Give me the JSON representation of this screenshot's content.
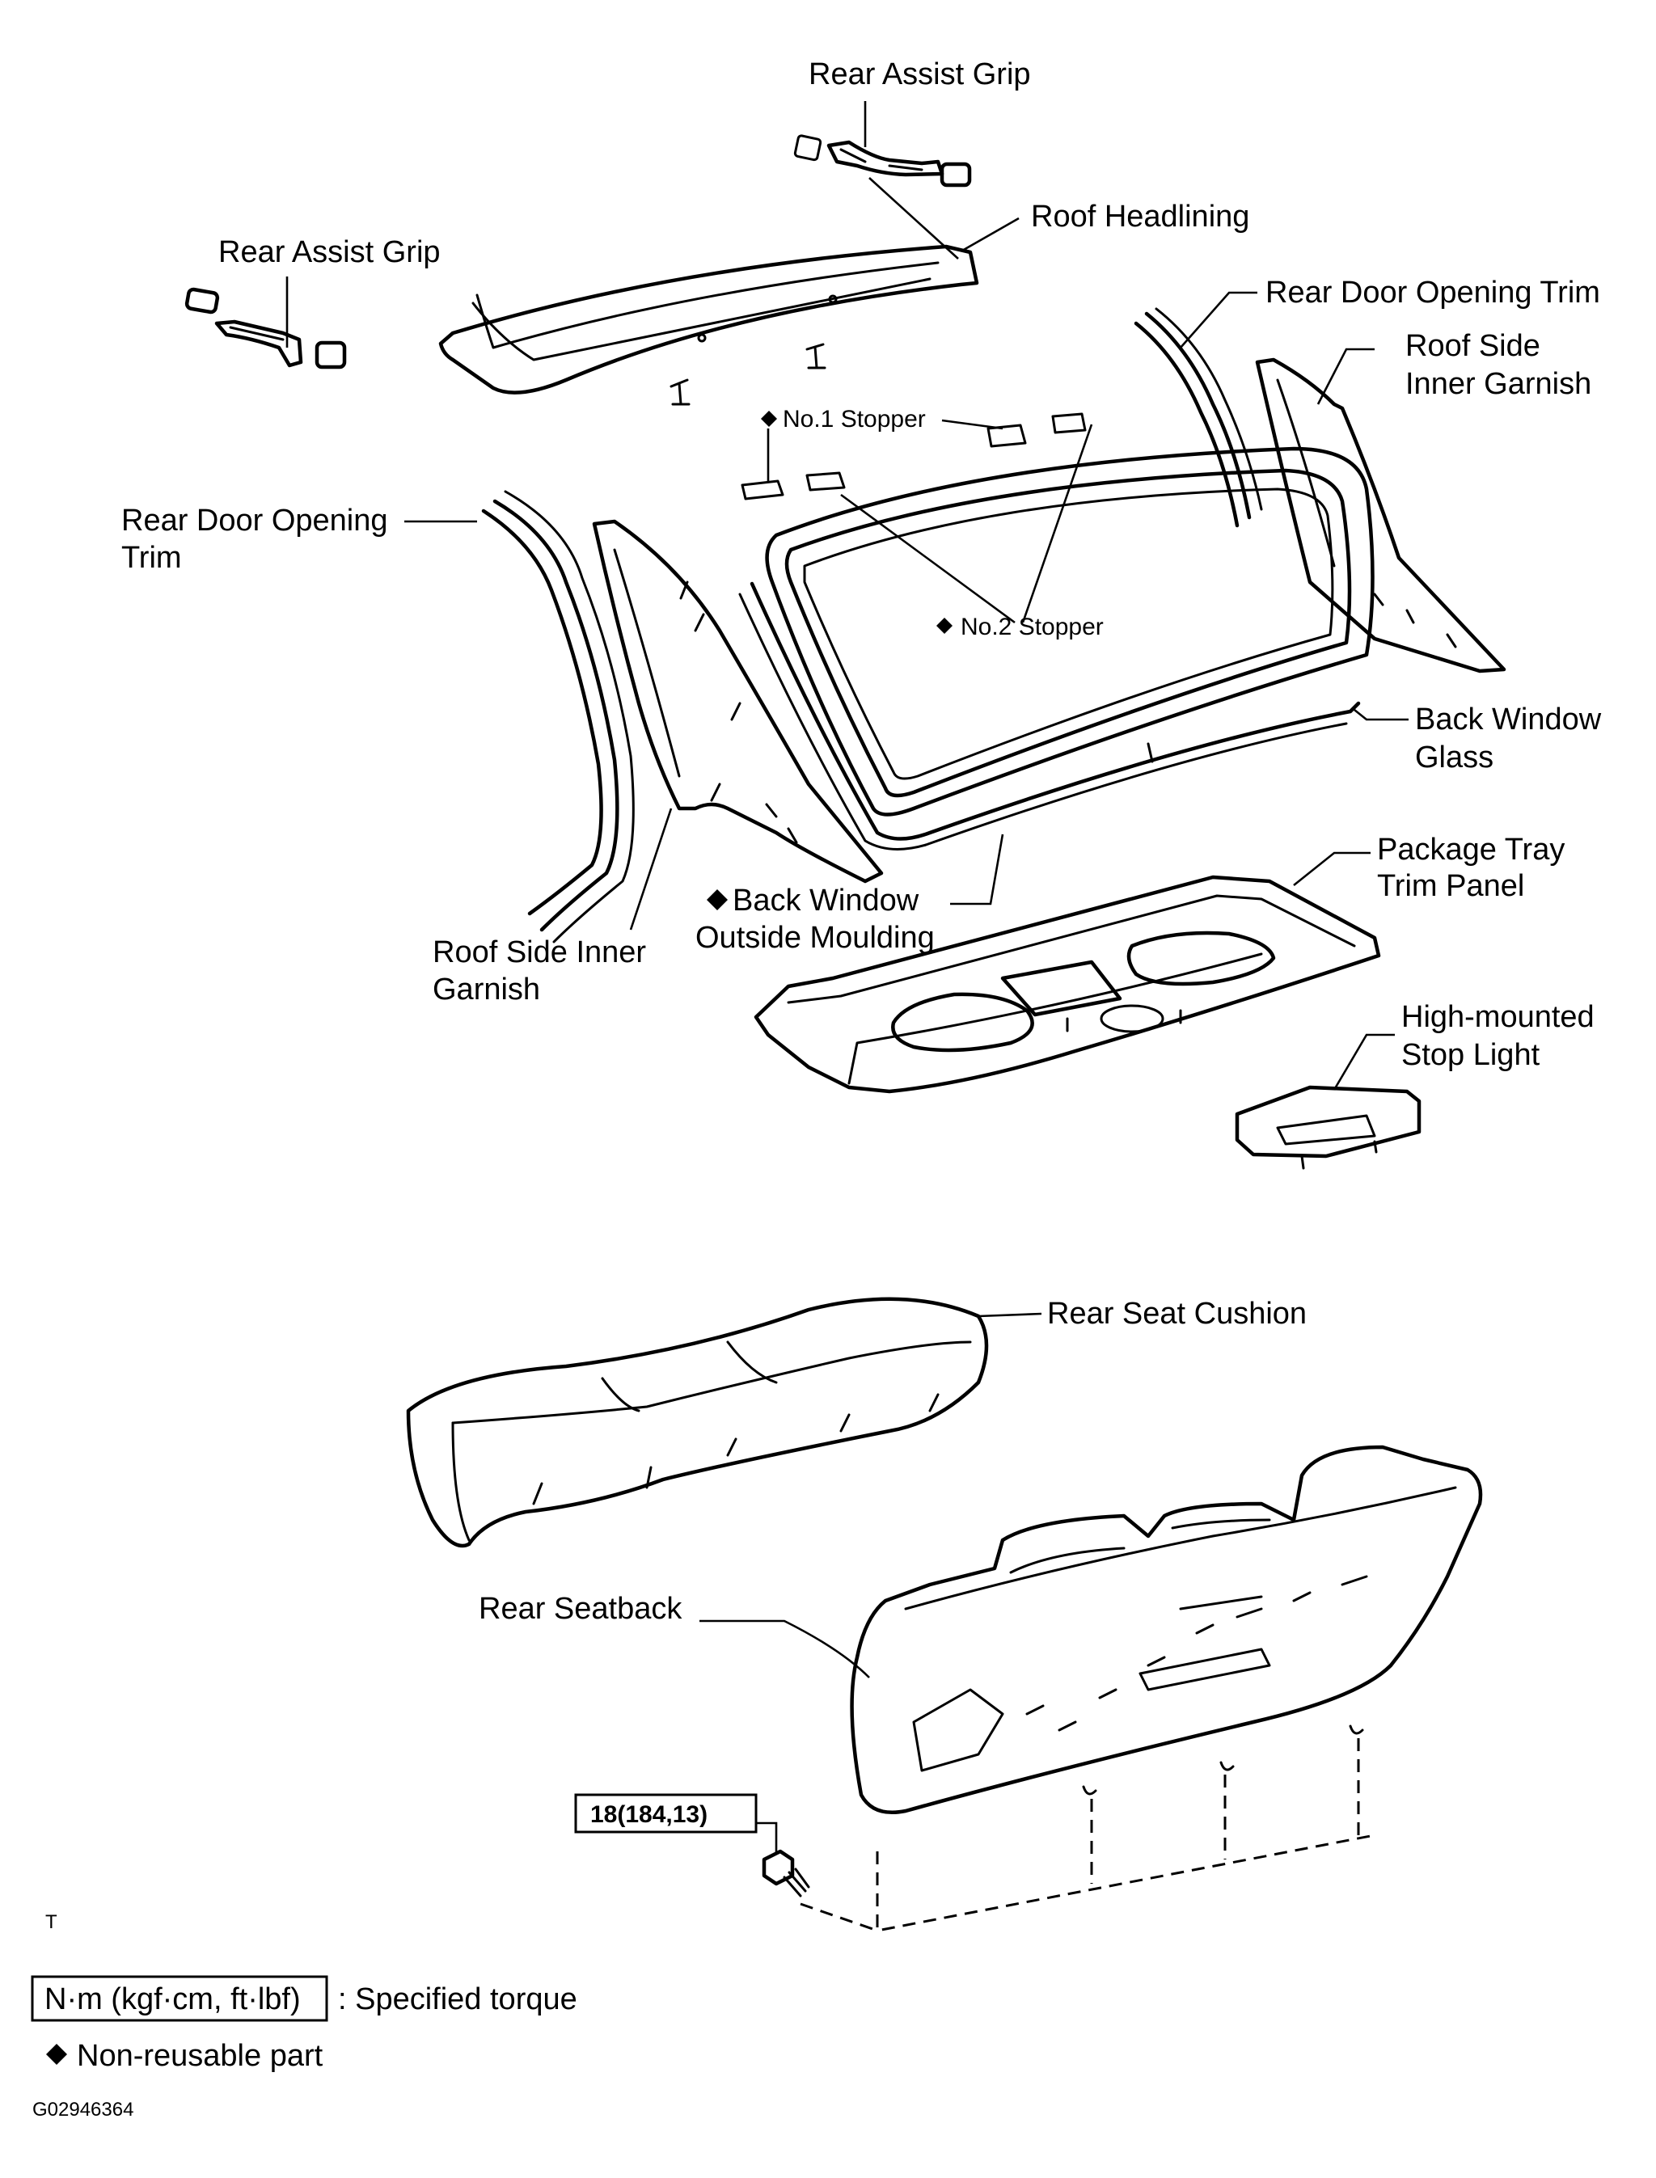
{
  "labels": {
    "rear_assist_grip_top": "Rear Assist Grip",
    "roof_headlining": "Roof Headlining",
    "rear_assist_grip_left": "Rear Assist Grip",
    "rear_door_opening_trim_right": "Rear Door Opening Trim",
    "roof_side_inner_garnish_right_1": "Roof Side",
    "roof_side_inner_garnish_right_2": "Inner Garnish",
    "no1_stopper": "No.1 Stopper",
    "rear_door_opening_trim_left_1": "Rear Door Opening",
    "rear_door_opening_trim_left_2": "Trim",
    "no2_stopper": "No.2 Stopper",
    "back_window_glass_1": "Back Window",
    "back_window_glass_2": "Glass",
    "package_tray_1": "Package Tray",
    "package_tray_2": "Trim Panel",
    "back_window_moulding_1": "Back Window",
    "back_window_moulding_2": "Outside Moulding",
    "roof_side_inner_garnish_left_1": "Roof Side Inner",
    "roof_side_inner_garnish_left_2": "Garnish",
    "high_mounted_1": "High-mounted",
    "high_mounted_2": "Stop Light",
    "rear_seat_cushion": "Rear Seat Cushion",
    "rear_seatback": "Rear Seatback",
    "torque_value": "18(184,13)",
    "corner_mark": "T"
  },
  "legend": {
    "torque_unit": "N·m (kgf·cm, ft·lbf)",
    "torque_desc": ": Specified torque",
    "nonreusable_desc": "Non-reusable part"
  },
  "figure_id": "G02946364"
}
